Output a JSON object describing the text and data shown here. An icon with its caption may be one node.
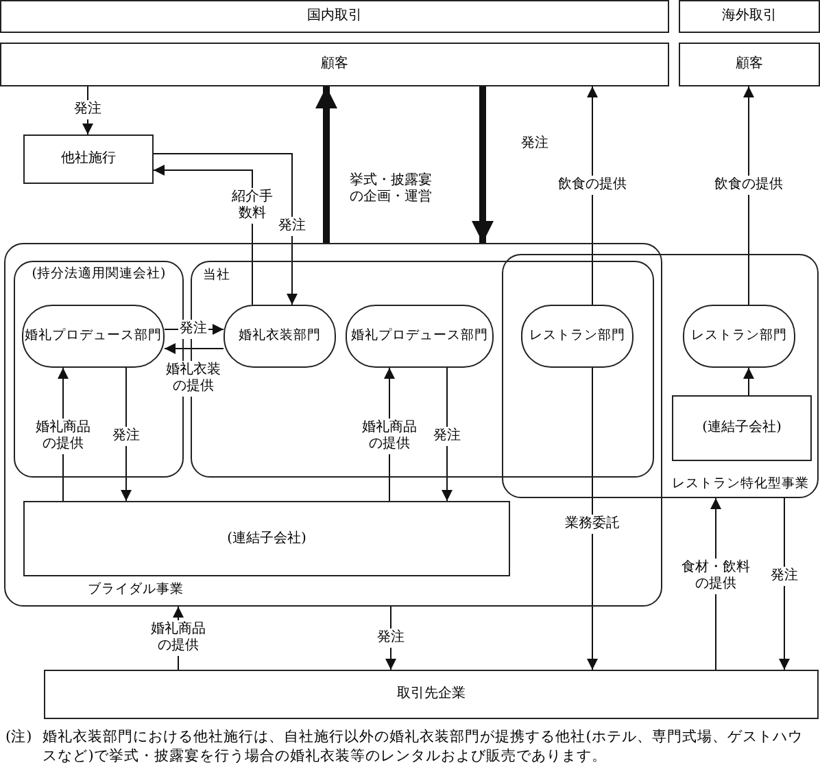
{
  "diagram": {
    "nodes": [
      {
        "text": [
          "国内取引"
        ]
      },
      {
        "text": [
          "海外取引"
        ]
      },
      {
        "text": [
          "顧客"
        ]
      },
      {
        "text": [
          "顧客"
        ]
      },
      {
        "text": [
          "他社施行"
        ]
      },
      {
        "text": [
          "ブライダル事業"
        ]
      },
      {
        "text": [
          "(持分法適用関連会社)"
        ],
        "in": 5
      },
      {
        "text": [
          "婚礼プロデュース部門"
        ],
        "in": 6
      },
      {
        "text": [
          "当社"
        ],
        "in": 5
      },
      {
        "text": [
          "婚礼衣装部門"
        ],
        "in": 8
      },
      {
        "text": [
          "婚礼プロデュース部門"
        ],
        "in": 8
      },
      {
        "text": [
          "レストラン部門"
        ]
      },
      {
        "text": [
          "(連結子会社)"
        ],
        "in": 5
      },
      {
        "text": [
          "レストラン特化型事業"
        ]
      },
      {
        "text": [
          "レストラン部門"
        ],
        "in": 13
      },
      {
        "text": [
          "(連結子会社)"
        ],
        "in": 13
      },
      {
        "text": [
          "取引先企業"
        ]
      }
    ],
    "edges": [
      {
        "from": 2,
        "to": 4,
        "arrow": "to",
        "label": "発注"
      },
      {
        "from": 2,
        "to": 5,
        "arrow": "to",
        "label": "発注",
        "style": "thick"
      },
      {
        "from": 4,
        "to": 9,
        "arrow": "to",
        "label": "発注"
      },
      {
        "from": 7,
        "to": 9,
        "arrow": "to",
        "label": "発注"
      },
      {
        "from": 7,
        "to": 12,
        "arrow": "to",
        "label": "発注"
      },
      {
        "from": 10,
        "to": 12,
        "arrow": "to",
        "label": "発注"
      },
      {
        "from": 11,
        "to": 16,
        "arrow": "to",
        "label": "業務委託"
      },
      {
        "from": 5,
        "to": 16,
        "arrow": "to",
        "label": "発注"
      },
      {
        "from": 13,
        "to": 16,
        "arrow": "to",
        "label": "発注"
      },
      {
        "from": 9,
        "to": 4,
        "arrow": "to",
        "label": "紹介手数料"
      },
      {
        "from": 5,
        "to": 2,
        "arrow": "to",
        "label": "挙式・披露宴の企画・運営",
        "style": "thick"
      },
      {
        "from": 11,
        "to": 2,
        "arrow": "to",
        "label": "飲食の提供"
      },
      {
        "from": 14,
        "to": 3,
        "arrow": "to",
        "label": "飲食の提供"
      },
      {
        "from": 9,
        "to": 7,
        "arrow": "to",
        "label": "婚礼衣装の提供"
      },
      {
        "from": 12,
        "to": 7,
        "arrow": "to",
        "label": "婚礼商品の提供"
      },
      {
        "from": 12,
        "to": 10,
        "arrow": "to",
        "label": "婚礼商品の提供"
      },
      {
        "from": 15,
        "to": 14,
        "arrow": "to"
      },
      {
        "from": 16,
        "to": 5,
        "arrow": "to",
        "label": "婚礼商品の提供"
      },
      {
        "from": 16,
        "to": 13,
        "arrow": "to",
        "label": "食材・飲料の提供"
      }
    ],
    "labels": [
      "(注)",
      "婚礼衣装部門における他社施行は、自社施行以外の婚礼衣装部門が提携する他社(ホテル、専門式場、ゲストハウスなど)で挙式・披露宴を行う場合の婚礼衣装等のレンタルおよび販売であります。"
    ]
  }
}
